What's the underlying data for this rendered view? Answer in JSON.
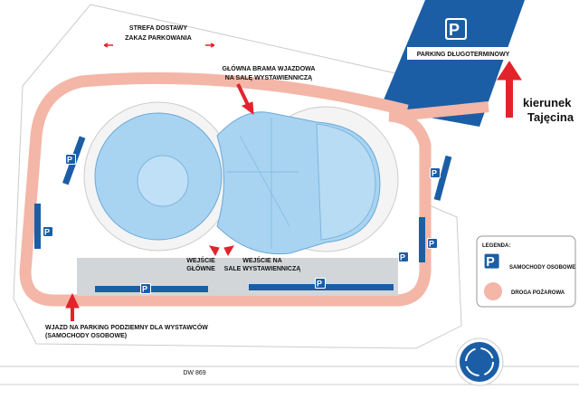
{
  "labels": {
    "delivery_zone": [
      "STREFA DOSTAWY",
      "ZAKAZ PARKOWANIA"
    ],
    "main_gate": [
      "GŁÓWNA BRAMA WJAZDOWA",
      "NA SALĘ WYSTAWIENNICZĄ"
    ],
    "long_term_parking": "PARKING DŁUGOTERMINOWY",
    "direction": [
      "kierunek",
      "Tajęcina"
    ],
    "main_entrance": [
      "WEJŚCIE",
      "GŁÓWNE"
    ],
    "hall_entrance": [
      "WEJŚCIE NA",
      "SALE WYSTAWIENNICZĄ"
    ],
    "underground_entry": [
      "WJAZD NA PARKING PODZIEMNY DLA WYSTAWCÓW",
      "(SAMOCHODY OSOBOWE)"
    ],
    "road": "DW 869"
  },
  "legend": {
    "title": "LEGENDA:",
    "items": [
      {
        "icon": "parking-car-icon",
        "label": "SAMOCHODY OSOBOWE"
      },
      {
        "icon": "fire-road-swatch",
        "label": "DROGA POŻAROWA"
      }
    ]
  },
  "colors": {
    "parking_blue": "#1b5ea6",
    "fire_road": "#f3b6a7",
    "building": "#a8d4f2",
    "arrow_red": "#e3232b",
    "plaza": "#d3d6d8"
  }
}
